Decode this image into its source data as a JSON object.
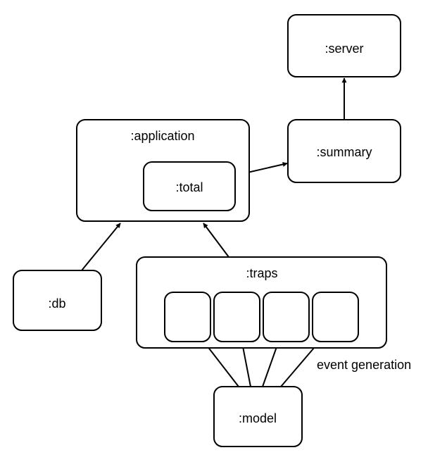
{
  "nodes": {
    "server": ":server",
    "application": ":application",
    "total": ":total",
    "summary": ":summary",
    "db": ":db",
    "traps": ":traps",
    "model": ":model"
  },
  "annotations": {
    "event_generation": "event generation"
  },
  "colors": {
    "stroke": "#000000",
    "fill": "#ffffff"
  }
}
